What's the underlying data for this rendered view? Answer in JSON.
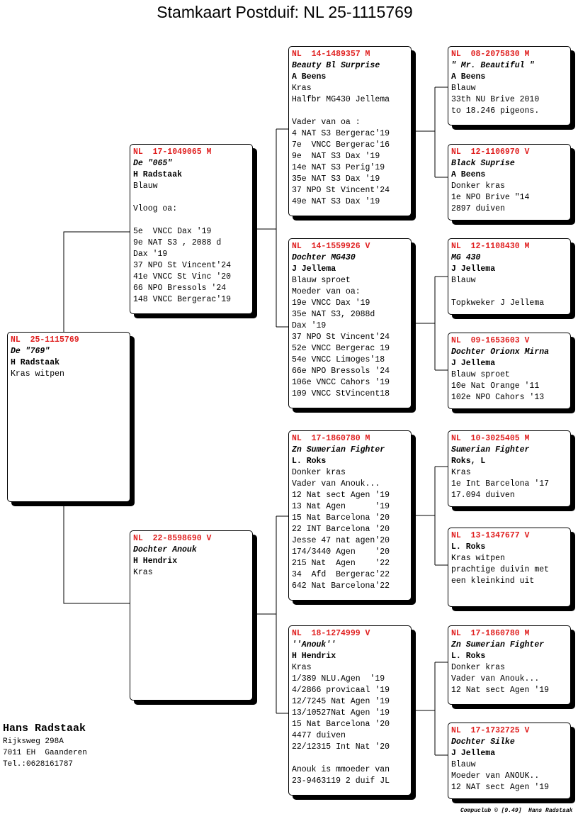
{
  "title": "Stamkaart Postduif: NL  25-1115769",
  "pigeons": {
    "subject": {
      "ring": "NL  25-1115769",
      "name": "De \"769\"",
      "breeder": "H Radstaak",
      "lines": [
        "Kras witpen"
      ]
    },
    "father": {
      "ring": "NL  17-1049065 M",
      "name": "De \"065\"",
      "breeder": "H Radstaak",
      "lines": [
        "Blauw",
        "",
        "Vloog oa:",
        "",
        "5e  VNCC Dax '19",
        "9e NAT S3 , 2088 d",
        "Dax '19",
        "37 NPO St Vincent'24",
        "41e VNCC St Vinc '20",
        "66 NPO Bressols '24",
        "148 VNCC Bergerac'19"
      ]
    },
    "mother": {
      "ring": "NL  22-8598690 V",
      "name": "Dochter Anouk",
      "breeder": "H Hendrix",
      "lines": [
        "Kras"
      ]
    },
    "ff": {
      "ring": "NL  14-1489357 M",
      "name": "Beauty Bl Surprise",
      "breeder": "A Beens",
      "lines": [
        "Kras",
        "Halfbr MG430 Jellema",
        "",
        "Vader van oa :",
        "4 NAT S3 Bergerac'19",
        "7e  VNCC Bergerac'16",
        "9e  NAT S3 Dax '19",
        "14e NAT S3 Perig'19",
        "35e NAT S3 Dax '19",
        "37 NPO St Vincent'24",
        "49e NAT S3 Dax '19"
      ]
    },
    "fm": {
      "ring": "NL  14-1559926 V",
      "name": "Dochter MG430",
      "breeder": "J Jellema",
      "lines": [
        "Blauw sproet",
        "Moeder van oa:",
        "19e VNCC Dax '19",
        "35e NAT S3, 2088d",
        "Dax '19",
        "37 NPO St Vincent'24",
        "52e VNCC Bergerac 19",
        "54e VNCC Limoges'18",
        "66e NPO Bressols '24",
        "106e VNCC Cahors '19",
        "109 VNCC StVincent18"
      ]
    },
    "mf": {
      "ring": "NL  17-1860780 M",
      "name": "Zn Sumerian Fighter",
      "breeder": "L. Roks",
      "lines": [
        "Donker kras",
        "Vader van Anouk...",
        "12 Nat sect Agen '19",
        "13 Nat Agen      '19",
        "15 Nat Barcelona '20",
        "22 INT Barcelona '20",
        "Jesse 47 nat agen'20",
        "174/3440 Agen    '20",
        "215 Nat  Agen    '22",
        "34  Afd  Bergerac'22",
        "642 Nat Barcelona'22"
      ]
    },
    "mm": {
      "ring": "NL  18-1274999 V",
      "name": "''Anouk''",
      "breeder": "H Hendrix",
      "lines": [
        "Kras",
        "1/389 NLU.Agen  '19",
        "4/2866 provicaal '19",
        "12/7245 Nat Agen '19",
        "13/10527Nat Agen '19",
        "15 Nat Barcelona '20",
        "4477 duiven",
        "22/12315 Int Nat '20",
        "",
        "Anouk is mmoeder van",
        "23-9463119 2 duif JL"
      ]
    },
    "fff": {
      "ring": "NL  08-2075830 M",
      "name": "\" Mr. Beautiful \"",
      "breeder": "A Beens",
      "lines": [
        "Blauw",
        "33th NU Brive 2010",
        "to 18.246 pigeons."
      ]
    },
    "ffm": {
      "ring": "NL  12-1106970 V",
      "name": "Black Suprise",
      "breeder": "A Beens",
      "lines": [
        "Donker kras",
        "1e NPO Brive \"14",
        "2897 duiven"
      ]
    },
    "fmf": {
      "ring": "NL  12-1108430 M",
      "name": "MG 430",
      "breeder": "J Jellema",
      "lines": [
        "Blauw",
        "",
        "Topkweker J Jellema"
      ]
    },
    "fmm": {
      "ring": "NL  09-1653603 V",
      "name": "Dochter Orionx Mirna",
      "breeder": "J Jellema",
      "lines": [
        "Blauw sproet",
        "10e Nat Orange '11",
        "102e NPO Cahors '13"
      ]
    },
    "mff": {
      "ring": "NL  10-3025405 M",
      "name": "Sumerian Fighter",
      "breeder": "Roks, L",
      "lines": [
        "Kras",
        "1e Int Barcelona '17",
        "17.094 duiven"
      ]
    },
    "mfm": {
      "ring": "NL  13-1347677 V",
      "name": "",
      "breeder": "L. Roks",
      "lines": [
        "Kras witpen",
        "prachtige duivin met",
        "een kleinkind uit"
      ]
    },
    "mmf": {
      "ring": "NL  17-1860780 M",
      "name": "Zn Sumerian Fighter",
      "breeder": "L. Roks",
      "lines": [
        "Donker kras",
        "Vader van Anouk...",
        "12 Nat sect Agen '19"
      ]
    },
    "mmm": {
      "ring": "NL  17-1732725 V",
      "name": "Dochter Silke",
      "breeder": "J Jellema",
      "lines": [
        "Blauw",
        "Moeder van ANOUK..",
        "12 NAT sect Agen '19"
      ]
    }
  },
  "owner": {
    "name": "Hans Radstaak",
    "address": "Rijksweg 298A",
    "city": "7011 EH  Gaanderen",
    "phone": "Tel.:0628161787"
  },
  "footer": "Compuclub © [9.49]  Hans Radstaak",
  "colors": {
    "ring": "#e02020",
    "border": "#000000",
    "shadow": "#000000"
  }
}
